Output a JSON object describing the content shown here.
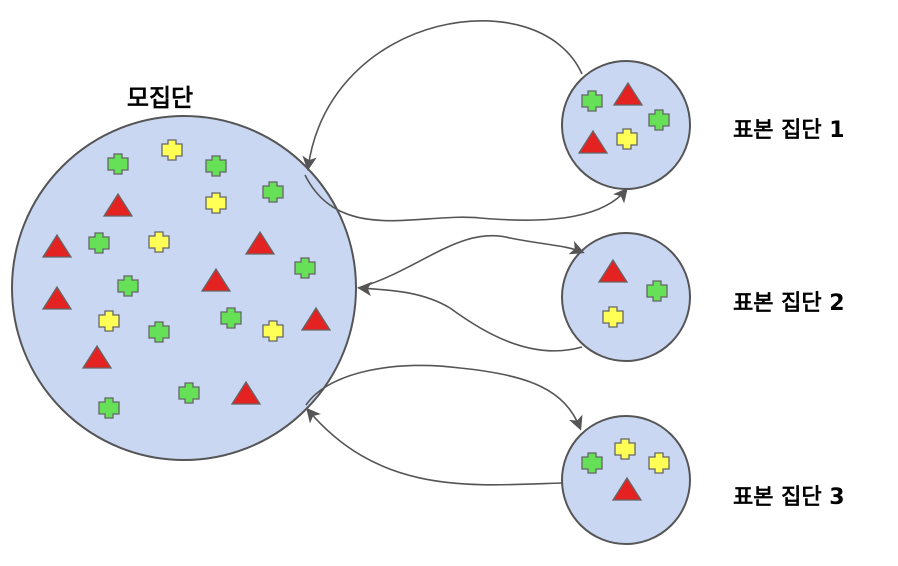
{
  "population": {
    "label": "모집단"
  },
  "samples": [
    {
      "label": "표본 집단 1"
    },
    {
      "label": "표본 집단 2"
    },
    {
      "label": "표본 집단 3"
    }
  ],
  "colors": {
    "circle_fill": "#c9d7f2",
    "circle_stroke": "#555555",
    "arrow_stroke": "#555555",
    "green_cross": "#66e056",
    "yellow_cross": "#ffff55",
    "red_triangle": "#e52222",
    "shape_stroke": "#666666"
  },
  "icons": {
    "green": "green-cross-icon",
    "yellow": "yellow-cross-icon",
    "red": "red-triangle-icon"
  }
}
